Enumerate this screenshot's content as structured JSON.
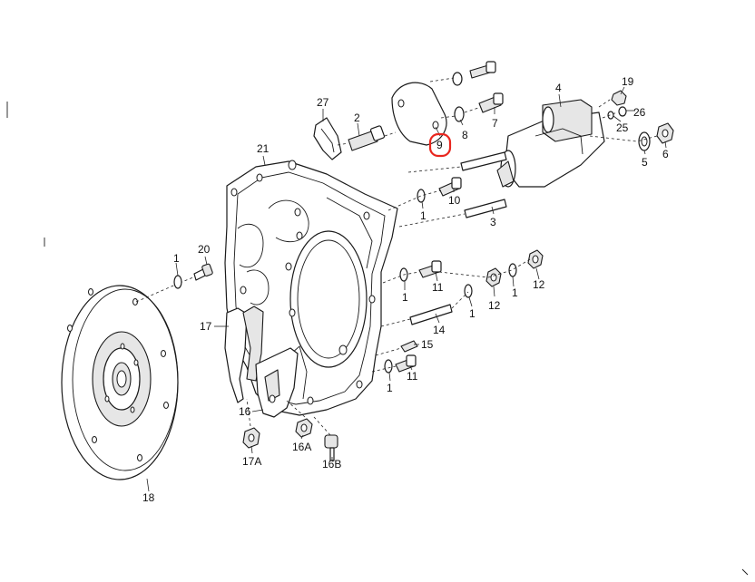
{
  "diagram": {
    "highlight_color": "#e8261e",
    "callouts": [
      {
        "id": "c27",
        "text": "27"
      },
      {
        "id": "c2",
        "text": "2"
      },
      {
        "id": "c21",
        "text": "21"
      },
      {
        "id": "c9",
        "text": "9"
      },
      {
        "id": "c8",
        "text": "8"
      },
      {
        "id": "c7",
        "text": "7"
      },
      {
        "id": "c4",
        "text": "4"
      },
      {
        "id": "c19",
        "text": "19"
      },
      {
        "id": "c26",
        "text": "26"
      },
      {
        "id": "c25",
        "text": "25"
      },
      {
        "id": "c5",
        "text": "5"
      },
      {
        "id": "c6",
        "text": "6"
      },
      {
        "id": "c10",
        "text": "10"
      },
      {
        "id": "c1a",
        "text": "1"
      },
      {
        "id": "c3",
        "text": "3"
      },
      {
        "id": "c20",
        "text": "20"
      },
      {
        "id": "c1b",
        "text": "1"
      },
      {
        "id": "c11a",
        "text": "11"
      },
      {
        "id": "c1c",
        "text": "1"
      },
      {
        "id": "c12a",
        "text": "12"
      },
      {
        "id": "c1d",
        "text": "1"
      },
      {
        "id": "c12b",
        "text": "12"
      },
      {
        "id": "c1e",
        "text": "1"
      },
      {
        "id": "c14",
        "text": "14"
      },
      {
        "id": "c17",
        "text": "17"
      },
      {
        "id": "c15",
        "text": "15"
      },
      {
        "id": "c11b",
        "text": "11"
      },
      {
        "id": "c1f",
        "text": "1"
      },
      {
        "id": "c16",
        "text": "16"
      },
      {
        "id": "c16A",
        "text": "16A"
      },
      {
        "id": "c16B",
        "text": "16B"
      },
      {
        "id": "c17A",
        "text": "17A"
      },
      {
        "id": "c18",
        "text": "18"
      }
    ]
  }
}
